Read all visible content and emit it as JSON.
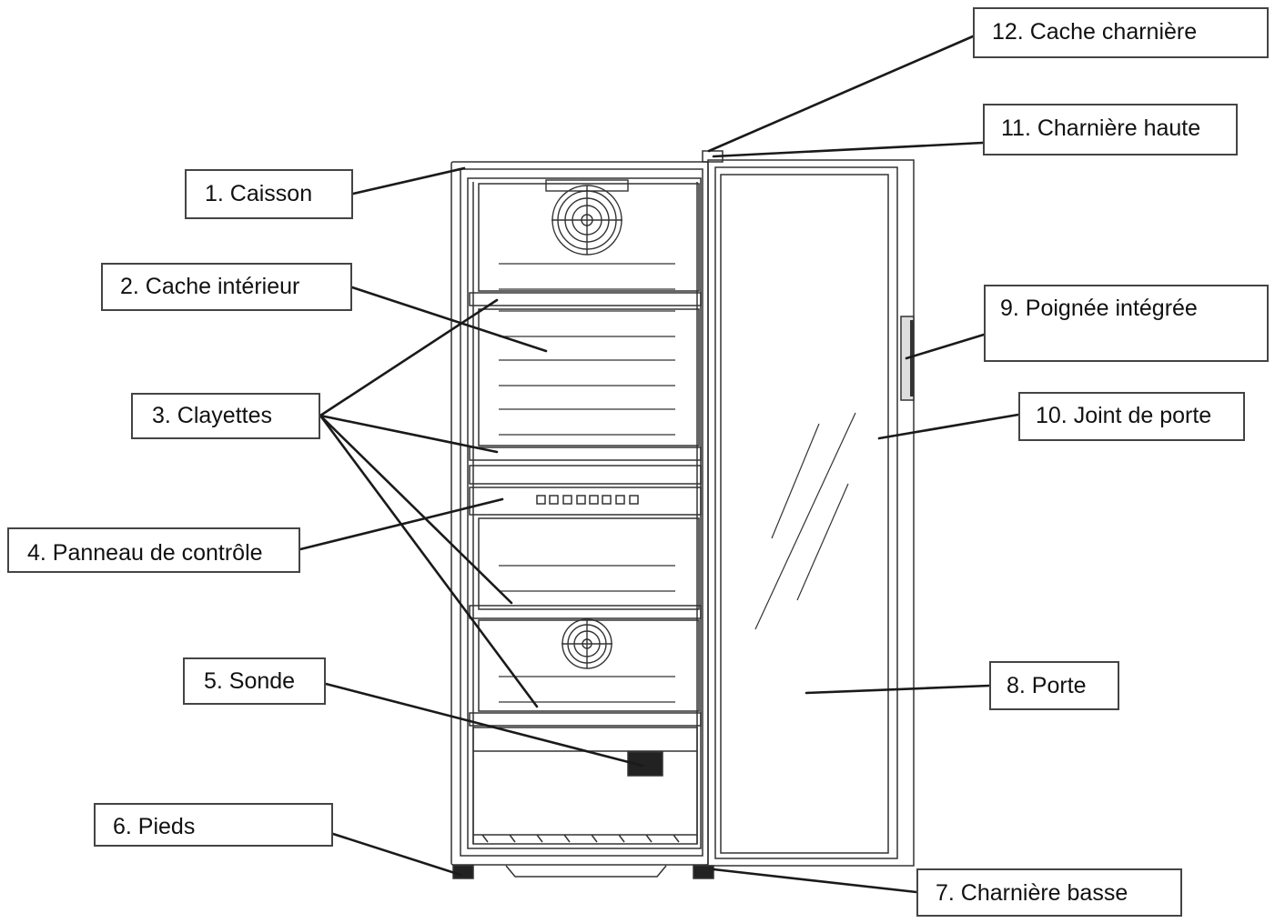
{
  "labels": {
    "caisson": "1. Caisson",
    "cache_interieur": "2. Cache intérieur",
    "clayettes": "3. Clayettes",
    "panneau_controle": "4. Panneau de contrôle",
    "sonde": "5. Sonde",
    "pieds": "6.  Pieds",
    "charniere_basse": "7. Charnière basse",
    "porte": "8. Porte",
    "poignee_integree": "9. Poignée intégrée",
    "joint_de_porte": "10. Joint de porte",
    "charniere_haute": "11. Charnière haute",
    "cache_charniere": "12. Cache charnière"
  },
  "colors": {
    "line": "#1a1a1a",
    "box_border": "#444444",
    "drawing": "#333333"
  }
}
